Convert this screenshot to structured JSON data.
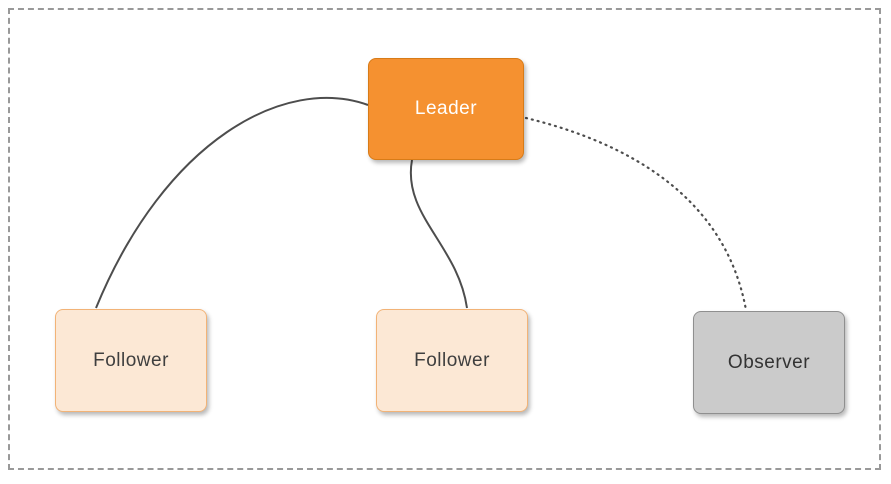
{
  "diagram": {
    "title": "leader-follower-observer-topology",
    "nodes": {
      "leader": {
        "label": "Leader",
        "fill": "#f59130",
        "stroke": "#d87b17",
        "text_color": "#ffffff"
      },
      "follower1": {
        "label": "Follower",
        "fill": "#fce8d5",
        "stroke": "#f2b377",
        "text_color": "#3f3f3f"
      },
      "follower2": {
        "label": "Follower",
        "fill": "#fce8d5",
        "stroke": "#f2b377",
        "text_color": "#3f3f3f"
      },
      "observer": {
        "label": "Observer",
        "fill": "#cbcbcb",
        "stroke": "#8f8f8f",
        "text_color": "#333333"
      }
    },
    "edges": [
      {
        "from": "leader",
        "to": "follower1",
        "style": "solid"
      },
      {
        "from": "leader",
        "to": "follower2",
        "style": "solid"
      },
      {
        "from": "leader",
        "to": "observer",
        "style": "dotted"
      }
    ],
    "frame": {
      "border_style": "dashed",
      "border_color": "#999999"
    }
  }
}
